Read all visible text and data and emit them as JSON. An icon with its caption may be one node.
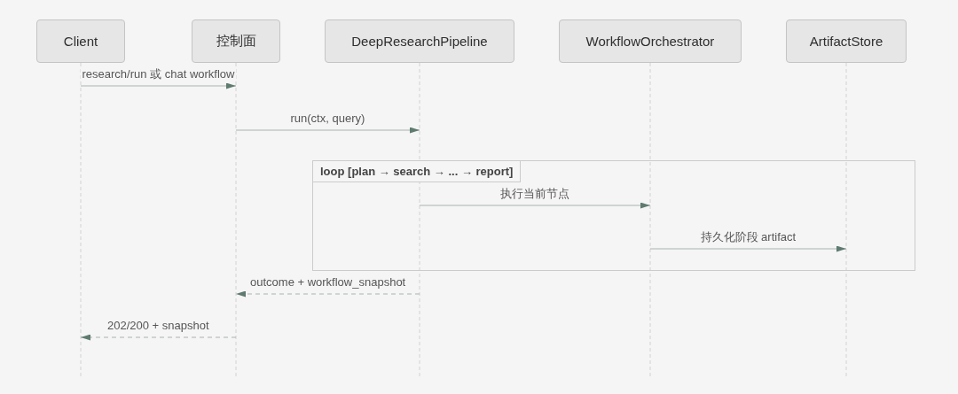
{
  "diagram": {
    "nodes": [
      {
        "text": [
          "Client"
        ]
      },
      {
        "text": [
          "控制面"
        ]
      },
      {
        "text": [
          "DeepResearchPipeline"
        ]
      },
      {
        "text": [
          "WorkflowOrchestrator"
        ]
      },
      {
        "text": [
          "ArtifactStore"
        ]
      },
      {
        "text": [
          "loop [plan → search → ... → report]"
        ]
      }
    ],
    "edges": [
      {
        "from": 0,
        "to": 1,
        "arrow": "to",
        "label": "research/run 或 chat workflow"
      },
      {
        "from": 1,
        "to": 2,
        "arrow": "to",
        "label": "run(ctx, query)"
      },
      {
        "from": 2,
        "to": 3,
        "arrow": "to",
        "label": "执行当前节点"
      },
      {
        "from": 3,
        "to": 4,
        "arrow": "to",
        "label": "持久化阶段 artifact"
      },
      {
        "from": 2,
        "to": 1,
        "arrow": "to",
        "label": "outcome + workflow_snapshot",
        "style": "dashed"
      },
      {
        "from": 1,
        "to": 0,
        "arrow": "to",
        "label": "202/200 + snapshot",
        "style": "dashed"
      }
    ]
  }
}
